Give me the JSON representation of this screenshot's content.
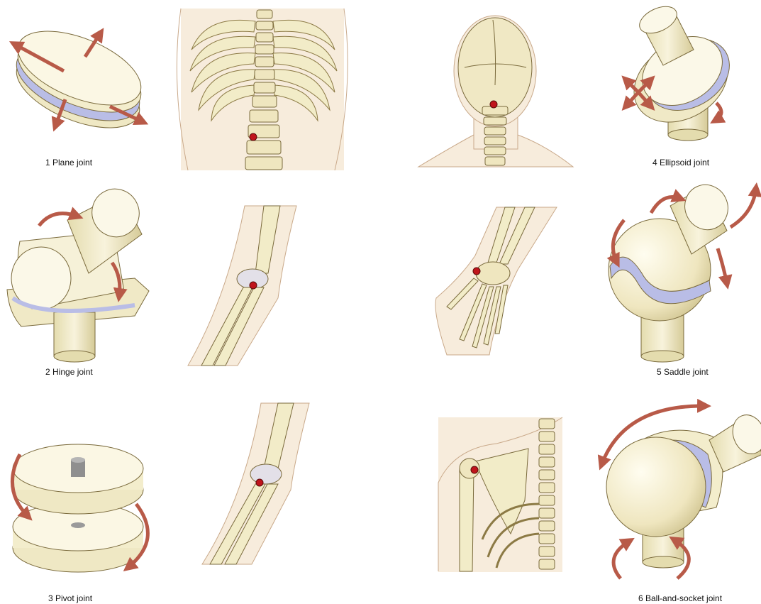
{
  "joints": [
    {
      "label": "1 Plane joint"
    },
    {
      "label": "2 Hinge joint"
    },
    {
      "label": "3 Pivot joint"
    },
    {
      "label": "4 Ellipsoid joint"
    },
    {
      "label": "5 Saddle joint"
    },
    {
      "label": "6 Ball-and-socket joint"
    }
  ],
  "colors": {
    "bone": "#f2ecc8",
    "bone_shade": "#d9cf9e",
    "bone_outline": "#7a6a3c",
    "cartilage": "#b9bde6",
    "arrow": "#b85a48",
    "skin": "#f7ecdc",
    "joint_marker": "#c0141c"
  }
}
